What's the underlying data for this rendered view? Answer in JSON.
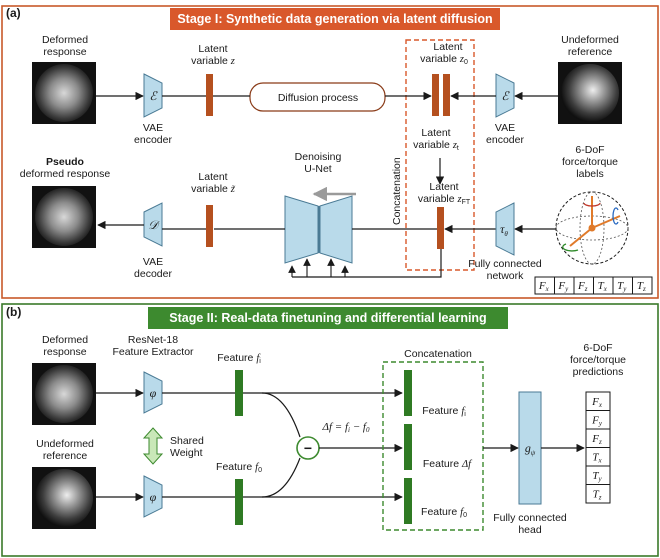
{
  "colors": {
    "stage1_border": "#c8592a",
    "stage1_banner": "#d9582b",
    "stage2_border": "#3a7a2a",
    "stage2_banner": "#3d8a2f",
    "latent_bar": "#b5501f",
    "feature_bar": "#2f7a23",
    "block_fill": "#b9daea",
    "block_stroke": "#4a7a94",
    "concat_dash_orange": "#d9582b",
    "concat_dash_green": "#3d8a2f",
    "subtract_circle": "#3d8a2f",
    "arrow_gray": "#9a9a9a"
  },
  "panel_a": {
    "tag": "(a)",
    "banner": "Stage I: Synthetic data generation via latent diffusion",
    "deformed_response_l1": "Deformed",
    "deformed_response_l2": "response",
    "undeformed_reference_l1": "Undeformed",
    "undeformed_reference_l2": "reference",
    "latent_z_l1": "Latent",
    "latent_z_l2": "variable",
    "latent_z_sym": "z",
    "latent_z0_l1": "Latent",
    "latent_z0_l2": "variable",
    "latent_z0_sym": "z",
    "latent_z0_sub": "0",
    "latent_zt_l1": "Latent",
    "latent_zt_l2": "variable",
    "latent_zt_sym": "z",
    "latent_zt_sub": "t",
    "latent_zft_l1": "Latent",
    "latent_zft_l2": "variable",
    "latent_zft_sym": "z",
    "latent_zft_sub": "FT",
    "latent_ztilde_l1": "Latent",
    "latent_ztilde_l2": "variable",
    "latent_ztilde_sym": "z̃",
    "diffusion_process": "Diffusion process",
    "vae_encoder_l1": "VAE",
    "vae_encoder_l2": "encoder",
    "vae_encoder_right_l1": "VAE",
    "vae_encoder_right_l2": "encoder",
    "vae_decoder_l1": "VAE",
    "vae_decoder_l2": "decoder",
    "encoder_symbol": "ℰ",
    "decoder_symbol": "𝒟",
    "tau_symbol": "τ",
    "tau_sub": "θ",
    "concatenation": "Concatenation",
    "denoising_l1": "Denoising",
    "denoising_l2": "U-Net",
    "pseudo_bold": "Pseudo",
    "pseudo_rest": "deformed response",
    "dof_l1": "6-DoF",
    "dof_l2": "force/torque",
    "dof_l3": "labels",
    "fc_network_l1": "Fully connected",
    "fc_network_l2": "network",
    "label_cells": [
      {
        "sym": "F",
        "sub": "x"
      },
      {
        "sym": "F",
        "sub": "y"
      },
      {
        "sym": "F",
        "sub": "z"
      },
      {
        "sym": "T",
        "sub": "x"
      },
      {
        "sym": "T",
        "sub": "y"
      },
      {
        "sym": "T",
        "sub": "z"
      }
    ]
  },
  "panel_b": {
    "tag": "(b)",
    "banner": "Stage II: Real-data finetuning and differential learning",
    "deformed_response_l1": "Deformed",
    "deformed_response_l2": "response",
    "undeformed_reference_l1": "Undeformed",
    "undeformed_reference_l2": "reference",
    "resnet_l1": "ResNet-18",
    "resnet_l2": "Feature Extractor",
    "phi_symbol": "φ",
    "feature_fi_label": "Feature",
    "feature_fi_sym": "f",
    "feature_fi_sub": "i",
    "feature_f0_label": "Feature",
    "feature_f0_sym": "f",
    "feature_f0_sub": "0",
    "shared_l1": "Shared",
    "shared_l2": "Weight",
    "delta_eq": "Δf = f",
    "delta_eq_i": "i",
    "delta_eq_mid": " − f",
    "delta_eq_0": "0",
    "subtract_sign": "−",
    "concatenation": "Concatenation",
    "concat_fi_label": "Feature",
    "concat_fi_sym": "f",
    "concat_fi_sub": "i",
    "concat_df_label": "Feature",
    "concat_df_sym": "Δf",
    "concat_f0_label": "Feature",
    "concat_f0_sym": "f",
    "concat_f0_sub": "0",
    "g_symbol": "g",
    "g_sub": "ψ",
    "fc_head_l1": "Fully connected",
    "fc_head_l2": "head",
    "pred_l1": "6-DoF",
    "pred_l2": "force/torque",
    "pred_l3": "predictions",
    "pred_cells": [
      {
        "sym": "F",
        "sub": "x"
      },
      {
        "sym": "F",
        "sub": "y"
      },
      {
        "sym": "F",
        "sub": "z"
      },
      {
        "sym": "T",
        "sub": "x"
      },
      {
        "sym": "T",
        "sub": "y"
      },
      {
        "sym": "T",
        "sub": "z"
      }
    ]
  }
}
